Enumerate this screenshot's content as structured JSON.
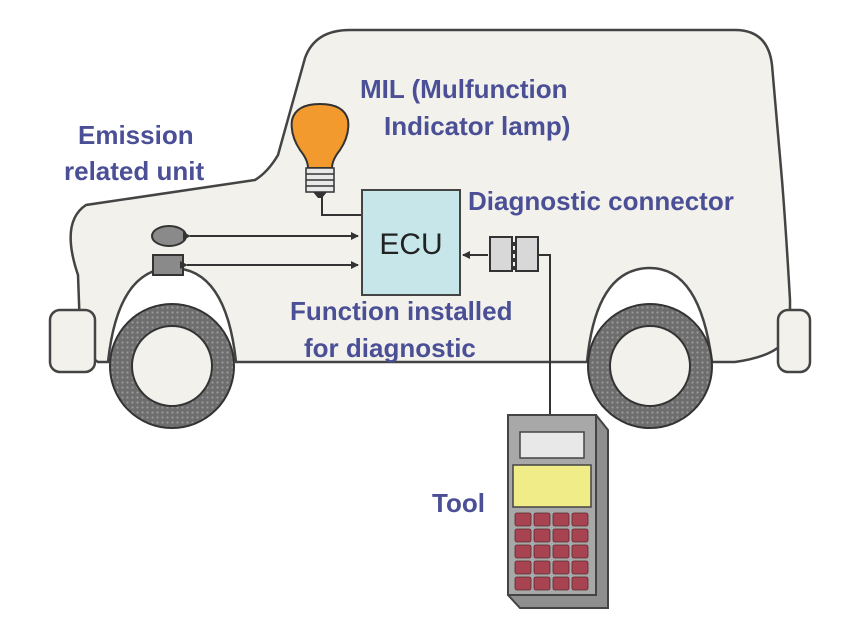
{
  "labels": {
    "mil_line1": "MIL (Mulfunction",
    "mil_line2": "Indicator lamp)",
    "emission_line1": "Emission",
    "emission_line2": "related unit",
    "diag_connector": "Diagnostic connector",
    "ecu": "ECU",
    "function_line1": "Function installed",
    "function_line2": "for diagnostic",
    "tool": "Tool"
  },
  "colors": {
    "label_text": "#4a4f96",
    "body_fill": "#f2f1ec",
    "outline": "#444444",
    "ecu_fill": "#c6e6ea",
    "lamp": "#f29a2e",
    "tire": "#6a6a6a",
    "tool_body": "#a8a8a8",
    "tool_screen": "#e8e8e8",
    "tool_display": "#f0ec88",
    "tool_keys": "#a84452"
  },
  "icons": {
    "lamp": "light-bulb-icon",
    "connector": "connector-icon",
    "tool": "scan-tool-icon"
  }
}
